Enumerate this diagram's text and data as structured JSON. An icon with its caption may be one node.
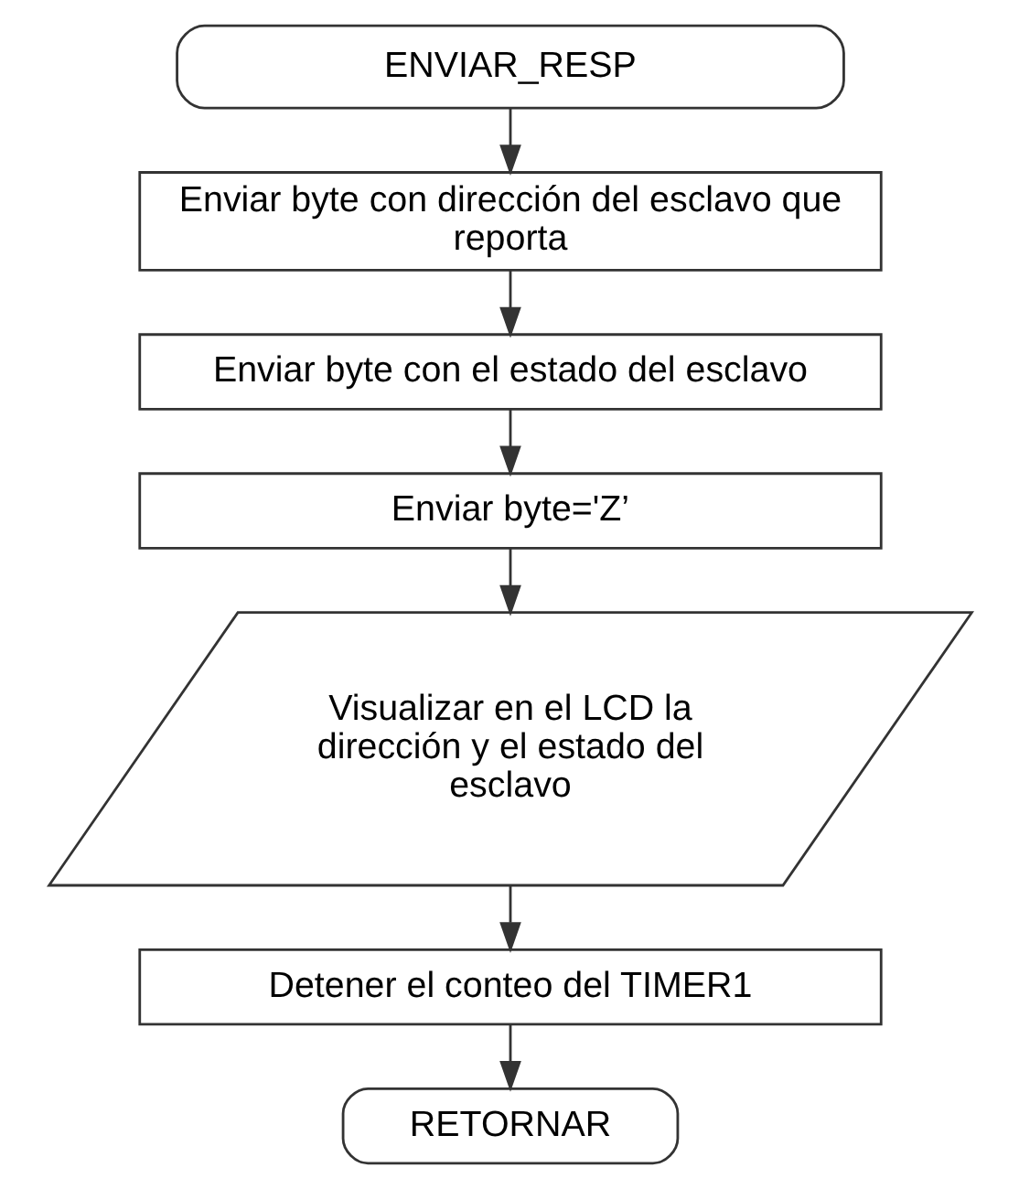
{
  "diagram": {
    "nodes": [
      {
        "text": [
          "ENVIAR_RESP"
        ]
      },
      {
        "text": [
          "Enviar byte con dirección del esclavo que reporta"
        ]
      },
      {
        "text": [
          "Enviar byte con el estado del esclavo"
        ]
      },
      {
        "text": [
          "Enviar byte='Z’"
        ]
      },
      {
        "text": [
          "Visualizar en el LCD la dirección y el estado del esclavo"
        ]
      },
      {
        "text": [
          "Detener el conteo del TIMER1"
        ]
      },
      {
        "text": [
          "RETORNAR"
        ]
      }
    ],
    "edges": [
      {
        "from": 0,
        "to": 1,
        "arrow": "to"
      },
      {
        "from": 1,
        "to": 2,
        "arrow": "to"
      },
      {
        "from": 2,
        "to": 3,
        "arrow": "to"
      },
      {
        "from": 3,
        "to": 4,
        "arrow": "to"
      },
      {
        "from": 4,
        "to": 5,
        "arrow": "to"
      },
      {
        "from": 5,
        "to": 6,
        "arrow": "to"
      }
    ]
  }
}
